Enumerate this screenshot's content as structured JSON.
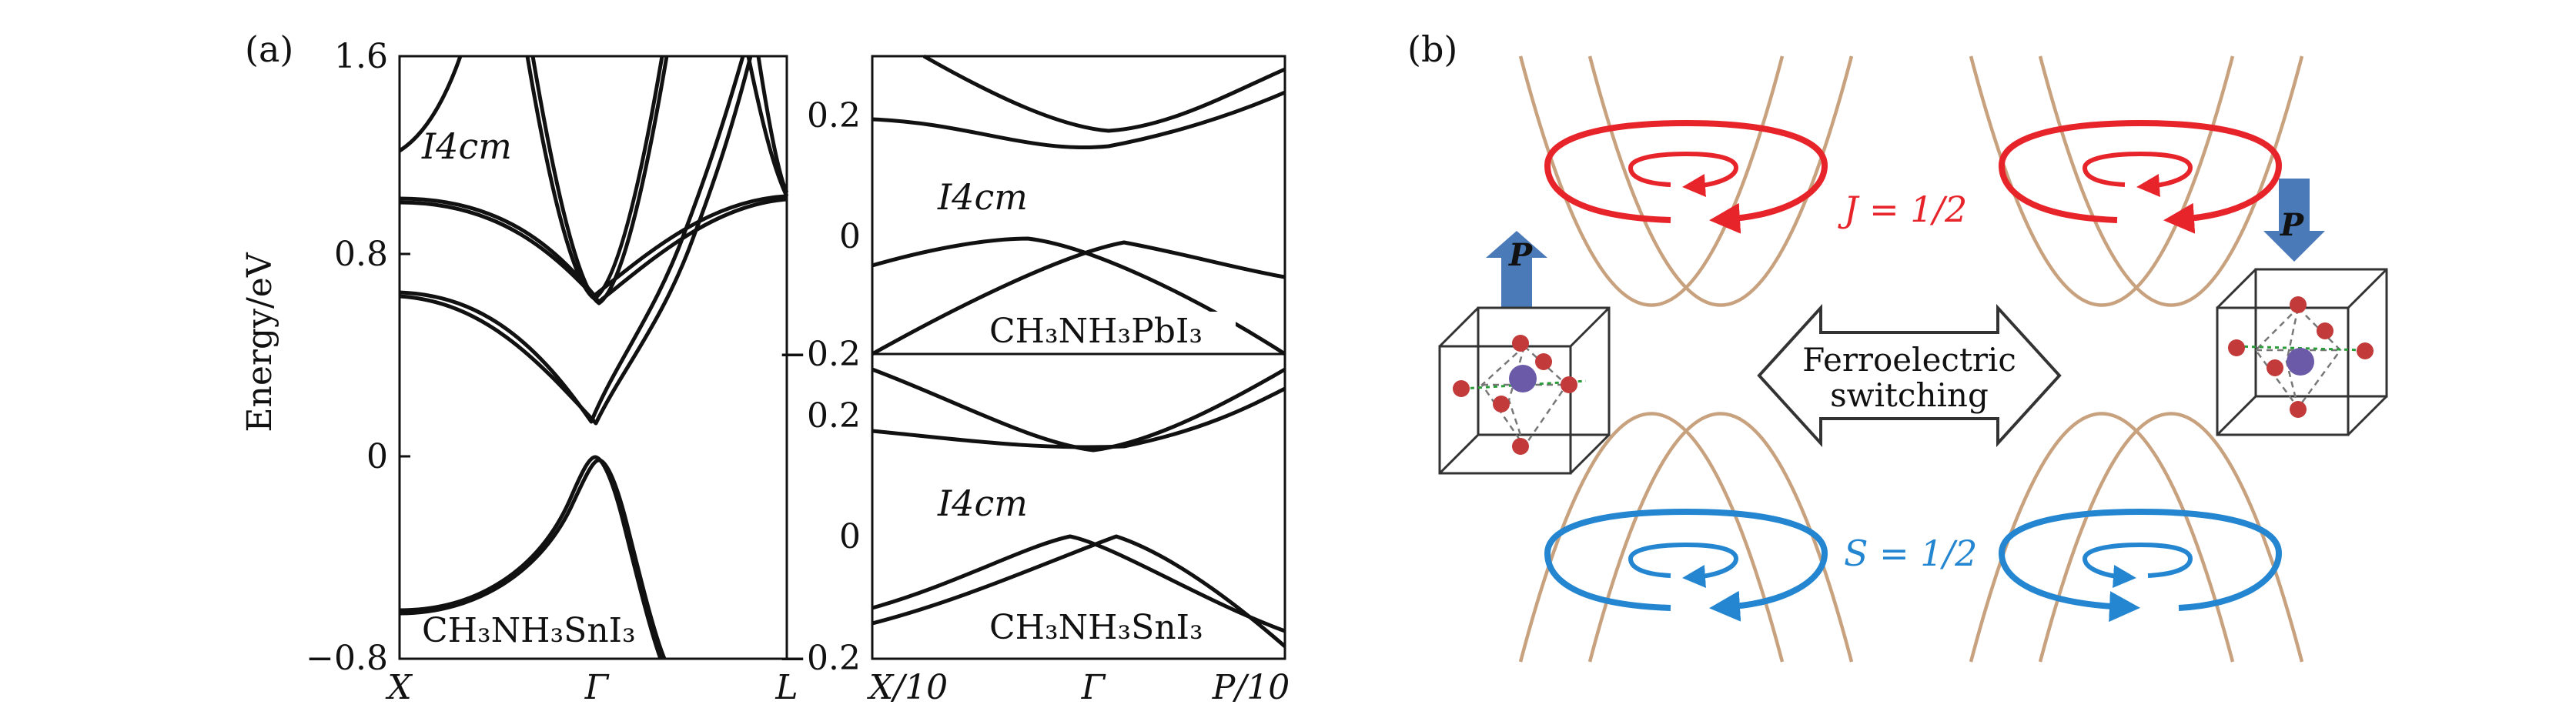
{
  "panel_a": {
    "label": "(a)",
    "ylabel": "Energy/eV",
    "left": {
      "yticks": [
        "1.6",
        "0.8",
        "0",
        "−0.8"
      ],
      "xticks": [
        "X",
        "Γ",
        "L"
      ],
      "group_label": "I4cm",
      "compound": "CH₃NH₃SnI₃"
    },
    "right_top": {
      "yticks": [
        "0.2",
        "0",
        "−0.2"
      ],
      "group_label": "I4cm",
      "compound": "CH₃NH₃PbI₃"
    },
    "right_bottom": {
      "yticks": [
        "0.2",
        "0",
        "−0.2"
      ],
      "xticks": [
        "X/10",
        "Γ",
        "P/10"
      ],
      "group_label": "I4cm",
      "compound": "CH₃NH₃SnI₃"
    }
  },
  "panel_b": {
    "label": "(b)",
    "j_label": "J = 1/2",
    "s_label": "S = 1/2",
    "switch_line1": "Ferroelectric",
    "switch_line2": "switching",
    "p_label": "P",
    "colors": {
      "j": "#e8242b",
      "s": "#2486d0",
      "parabola": "#c8a27e",
      "arrow": "#4a7ab8"
    }
  }
}
